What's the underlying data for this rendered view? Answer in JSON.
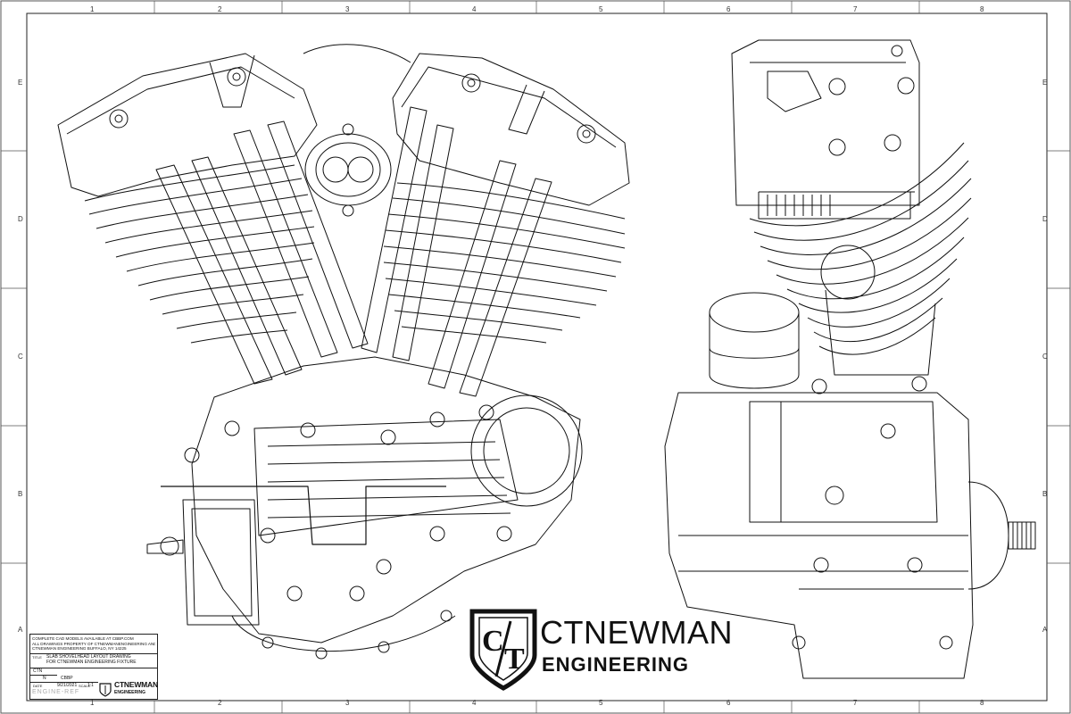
{
  "sheet": {
    "zones_columns": [
      "1",
      "2",
      "3",
      "4",
      "5",
      "6",
      "7",
      "8"
    ],
    "zones_rows": [
      "E",
      "D",
      "C",
      "B",
      "A"
    ]
  },
  "title_block": {
    "notes": [
      "COMPLETE CAD MODELS AVAILABLE AT CBBP.COM",
      "ALL DRAWINGS PROPERTY OF CTNEWMANENGINEERING AND CBBP",
      "CTNEWMAN ENGINEERING BUFFALO, NY 14225"
    ],
    "title_label": "TITLE",
    "title_lines": [
      "SLAB SHOVELHEAD LAYOUT DRAWING",
      "FOR CTNEWMAN ENGINEERING FIXTURE"
    ],
    "rows": [
      {
        "label": "CTN",
        "value": ""
      },
      {
        "label": "N",
        "value": "CBBP"
      },
      {
        "label": "DATE",
        "value": "9/21/2021"
      },
      {
        "label": "SCALE",
        "value": "1:1"
      }
    ],
    "reference": "ENGINE-REF",
    "logo_name": "CTNEWMAN",
    "logo_sub": "ENGINEERING"
  },
  "logo": {
    "badge_left": "C",
    "badge_right": "T",
    "name": "CTNEWMAN",
    "sub": "ENGINEERING"
  }
}
